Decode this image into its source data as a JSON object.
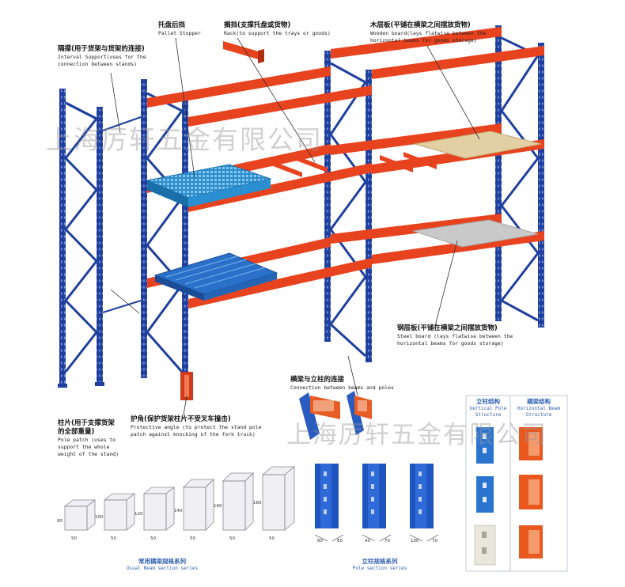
{
  "colors": {
    "upright_blue": "#1f3f9e",
    "beam_orange": "#e8431f",
    "pallet_blue": "#2a8ed0",
    "wood_board": "#e2cfa4",
    "steel_board": "#c9c9c9",
    "caption_blue": "#2e5fb0",
    "watermark_gray": "#999999"
  },
  "watermark": {
    "top": "上海厉轩五金有限公司",
    "bottom": "上海厉轩五金有限公司"
  },
  "labels": {
    "pallet_stopper": {
      "cn": "托盘后挡",
      "en": "Pallet Stopper"
    },
    "rack": {
      "cn": "搁挡(支撑托盘或货物)",
      "en": "Rack(to support the trays or goods)"
    },
    "wooden_board": {
      "cn": "木层板(平铺在横梁之间摆放货物)",
      "en": "Wooden board(lays flatwise between the horizontal beams for goods storage)"
    },
    "interval_support": {
      "cn": "隔撑(用于货架与货架的连接)",
      "en": "Interval Support(uses for the connection between stands)"
    },
    "steel_board": {
      "cn": "钢层板(平铺在横梁之间摆放货物)",
      "en": "Steel board (lays flatwise between the horizontal beams for goods storage)"
    },
    "connection": {
      "cn": "横梁与立柱的连接",
      "en": "Connection between beams and poles"
    },
    "pole_patch": {
      "cn": "柱片(用于支撑货架的全部重量)",
      "en": "Pole patch (uses to support the whole weight of the stand)"
    },
    "protective_angle": {
      "cn": "护角(保护货架柱片不受叉车撞击)",
      "en": "Protective angle (to protect the stand pole patch against knocking of the fork truck)"
    }
  },
  "beam_series": {
    "caption_cn": "常用横梁规格系列",
    "caption_en": "Usual Beam section series",
    "items": [
      {
        "h": "80",
        "w": "50"
      },
      {
        "h": "100",
        "w": "50"
      },
      {
        "h": "120",
        "w": "50"
      },
      {
        "h": "140",
        "w": "50"
      },
      {
        "h": "160",
        "w": "50"
      },
      {
        "h": "180",
        "w": "50"
      }
    ]
  },
  "pole_series": {
    "caption_cn": "立柱规格系列",
    "caption_en": "Pole section series",
    "items": [
      {
        "a": "80",
        "b": "60"
      },
      {
        "a": "90",
        "b": "70"
      },
      {
        "a": "100",
        "b": "70"
      }
    ]
  },
  "structure_panels": {
    "vertical": {
      "cn": "立柱结构",
      "en": "Vertical Pole Structure"
    },
    "horizontal": {
      "cn": "横梁结构",
      "en": "Horizontal Beam Structure"
    }
  }
}
